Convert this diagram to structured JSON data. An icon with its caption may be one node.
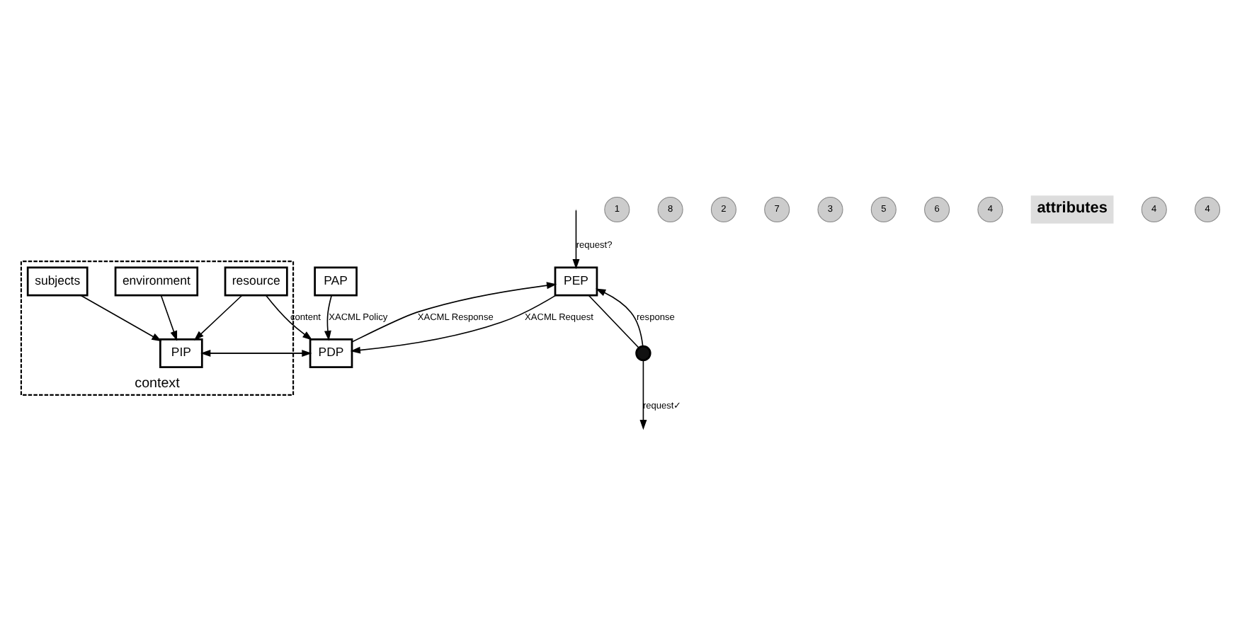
{
  "diagram": {
    "nodes": [
      {
        "text": [
          "PEP"
        ]
      },
      {
        "text": [],
        "shape": "circle"
      },
      {
        "text": [
          "PDP"
        ]
      },
      {
        "text": [
          "PAP"
        ]
      },
      {
        "text": [
          "context"
        ]
      },
      {
        "text": [
          "PIP"
        ],
        "in": 4
      },
      {
        "text": [
          "environment"
        ],
        "in": 4
      },
      {
        "text": [
          "resource"
        ],
        "in": 4
      },
      {
        "text": [
          "subjects"
        ],
        "in": 4
      }
    ],
    "edges": [
      {
        "from": null,
        "to": 0,
        "arrow": "to",
        "label": "request?"
      },
      {
        "from": 0,
        "to": 2,
        "arrow": "to",
        "label": "XACML Request"
      },
      {
        "from": 2,
        "to": 0,
        "arrow": "to",
        "label": "XACML Response"
      },
      {
        "from": 3,
        "to": 2,
        "arrow": "to",
        "label": "XACML Policy"
      },
      {
        "from": 2,
        "to": 5,
        "arrow": "to"
      },
      {
        "from": 5,
        "to": 2,
        "arrow": "to"
      },
      {
        "from": 7,
        "to": 2,
        "arrow": "to",
        "label": "content"
      },
      {
        "from": 7,
        "to": 5,
        "arrow": "to"
      },
      {
        "from": 8,
        "to": 5,
        "arrow": "to"
      },
      {
        "from": 6,
        "to": 5,
        "arrow": "to"
      },
      {
        "from": 0,
        "to": 1,
        "arrow": "none"
      },
      {
        "from": 1,
        "to": 0,
        "arrow": "to",
        "label": "response"
      },
      {
        "from": 1,
        "to": null,
        "arrow": "to",
        "label": "request✓"
      }
    ],
    "labels": [
      "1",
      "8",
      "2",
      "7",
      "3",
      "5",
      "6",
      "4",
      "attributes",
      "4",
      "4"
    ]
  }
}
